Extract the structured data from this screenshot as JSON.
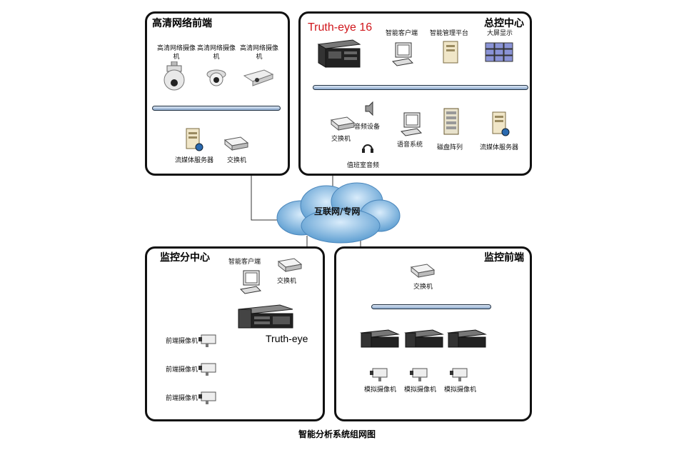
{
  "panels": {
    "hd_frontend": {
      "title": "高清网络前端"
    },
    "control_center": {
      "title": "总控中心"
    },
    "sub_center": {
      "title": "监控分中心"
    },
    "monitor_frontend": {
      "title": "监控前端"
    }
  },
  "hd": {
    "camera1": "高清网络摄像机",
    "camera2": "高清网络摄像机",
    "camera3": "高清网络摄像机",
    "media_server": "流媒体服务器",
    "switch": "交换机"
  },
  "center": {
    "truth_eye": "Truth-eye 16",
    "smart_client": "智能客户端",
    "smart_platform": "智能管理平台",
    "big_screen": "大屏显示",
    "audio_device": "音频设备",
    "switch": "交换机",
    "voice_system": "语音系统",
    "disk_array": "磁盘阵列",
    "media_server": "流媒体服务器",
    "duty_audio": "值班室音频"
  },
  "cloud": {
    "label": "互联网/专网"
  },
  "sub": {
    "smart_client": "智能客户端",
    "switch": "交换机",
    "truth_eye": "Truth-eye",
    "cam1": "前端摄像机",
    "cam2": "前端摄像机",
    "cam3": "前端摄像机"
  },
  "front": {
    "switch": "交换机",
    "cam1": "模拟摄像机",
    "cam2": "模拟摄像机",
    "cam3": "模拟摄像机"
  },
  "caption": "智能分析系统组网图",
  "colors": {
    "truth_eye_label": "#d0161b",
    "audio_wire": "#22aa22",
    "camera_wire": "#1a237e"
  }
}
